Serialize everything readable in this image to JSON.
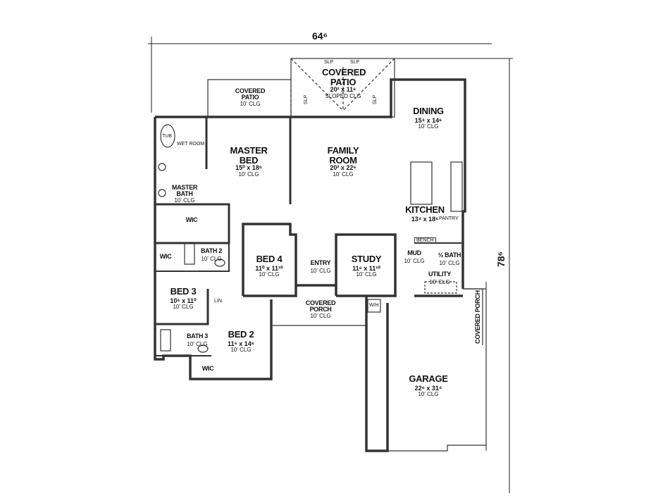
{
  "dimensions": {
    "width": "64⁶",
    "depth": "78⁶"
  },
  "rooms": {
    "covered_patio_main": {
      "name": "COVERED PATIO",
      "size": "20² x 11⁶",
      "clg": "SLOPED CLG"
    },
    "covered_patio_side": {
      "name": "COVERED PATIO",
      "clg": "10' CLG"
    },
    "dining": {
      "name": "DINING",
      "size": "15⁴ x 14⁶",
      "clg": "10' CLG"
    },
    "master_bed": {
      "name": "MASTER BED",
      "size": "15⁰ x 18⁶",
      "clg": "10' CLG"
    },
    "family_room": {
      "name": "FAMILY ROOM",
      "size": "20² x 22⁶",
      "clg": "10' CLG"
    },
    "master_bath": {
      "name": "MASTER BATH",
      "clg": "10' CLG"
    },
    "wet_room": {
      "name": "WET ROOM"
    },
    "tub": {
      "name": "TUB"
    },
    "wic_master": {
      "name": "WIC"
    },
    "kitchen": {
      "name": "KITCHEN",
      "size": "13⁴ x 18⁶"
    },
    "pantry": {
      "name": "PANTRY"
    },
    "bench": {
      "name": "BENCH"
    },
    "mud": {
      "name": "MUD",
      "clg": "10' CLG"
    },
    "half_bath": {
      "name": "½ BATH",
      "clg": "10' CLG"
    },
    "utility": {
      "name": "UTILITY",
      "clg": "10' CLG"
    },
    "bath2": {
      "name": "BATH 2",
      "clg": "10' CLG"
    },
    "wic_bed3": {
      "name": "WIC"
    },
    "bed4": {
      "name": "BED 4",
      "size": "11⁰ x 11¹⁰",
      "clg": "10' CLG"
    },
    "entry": {
      "name": "ENTRY",
      "clg": "10' CLG"
    },
    "study": {
      "name": "STUDY",
      "size": "11⁶ x 11¹⁰",
      "clg": "10' CLG"
    },
    "bed3": {
      "name": "BED 3",
      "size": "10⁶ x 11⁰",
      "clg": "10' CLG"
    },
    "lin": {
      "name": "LIN."
    },
    "covered_porch_front": {
      "name": "COVERED PORCH",
      "clg": "10' CLG"
    },
    "wh": {
      "name": "W/H"
    },
    "covered_porch_side": {
      "name": "COVERED PORCH"
    },
    "bath3": {
      "name": "BATH 3",
      "clg": "10' CLG"
    },
    "bed2": {
      "name": "BED 2",
      "size": "11⁶ x 14⁶",
      "clg": "10' CLG"
    },
    "wic_bed2": {
      "name": "WIC"
    },
    "garage": {
      "name": "GARAGE",
      "size": "22⁶ x 31⁴",
      "clg": "10' CLG"
    }
  },
  "slope_labels": [
    "SLP",
    "SLP",
    "SLP",
    "SLP"
  ]
}
